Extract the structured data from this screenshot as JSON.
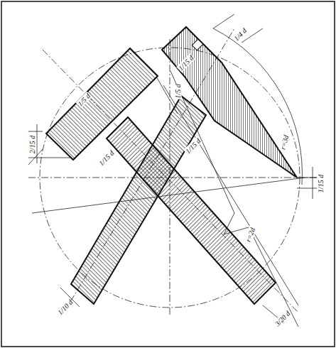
{
  "diagram": {
    "labels": [
      "2/15 d",
      "1/5 d",
      "1/15 d",
      "1/15 d",
      "1/4 d",
      "1/5 d",
      "1/15 d",
      "r=3d",
      "1/15 d",
      "r=2d",
      "1/10 d",
      "3/20 d"
    ]
  }
}
